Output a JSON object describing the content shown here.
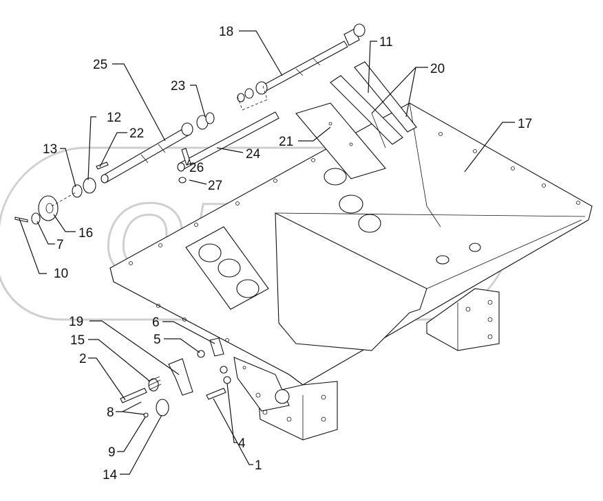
{
  "watermark": "OPEX",
  "callouts": [
    {
      "id": "c1",
      "text": "1"
    },
    {
      "id": "c2",
      "text": "2"
    },
    {
      "id": "c4",
      "text": "4"
    },
    {
      "id": "c5",
      "text": "5"
    },
    {
      "id": "c6",
      "text": "6"
    },
    {
      "id": "c7",
      "text": "7"
    },
    {
      "id": "c8",
      "text": "8"
    },
    {
      "id": "c9",
      "text": "9"
    },
    {
      "id": "c10",
      "text": "10"
    },
    {
      "id": "c11",
      "text": "11"
    },
    {
      "id": "c12",
      "text": "12"
    },
    {
      "id": "c13",
      "text": "13"
    },
    {
      "id": "c14",
      "text": "14"
    },
    {
      "id": "c15",
      "text": "15"
    },
    {
      "id": "c16",
      "text": "16"
    },
    {
      "id": "c17",
      "text": "17"
    },
    {
      "id": "c18",
      "text": "18"
    },
    {
      "id": "c19",
      "text": "19"
    },
    {
      "id": "c20",
      "text": "20"
    },
    {
      "id": "c21",
      "text": "21"
    },
    {
      "id": "c22",
      "text": "22"
    },
    {
      "id": "c23",
      "text": "23"
    },
    {
      "id": "c24",
      "text": "24"
    },
    {
      "id": "c25",
      "text": "25"
    },
    {
      "id": "c26",
      "text": "26"
    },
    {
      "id": "c27",
      "text": "27"
    }
  ]
}
